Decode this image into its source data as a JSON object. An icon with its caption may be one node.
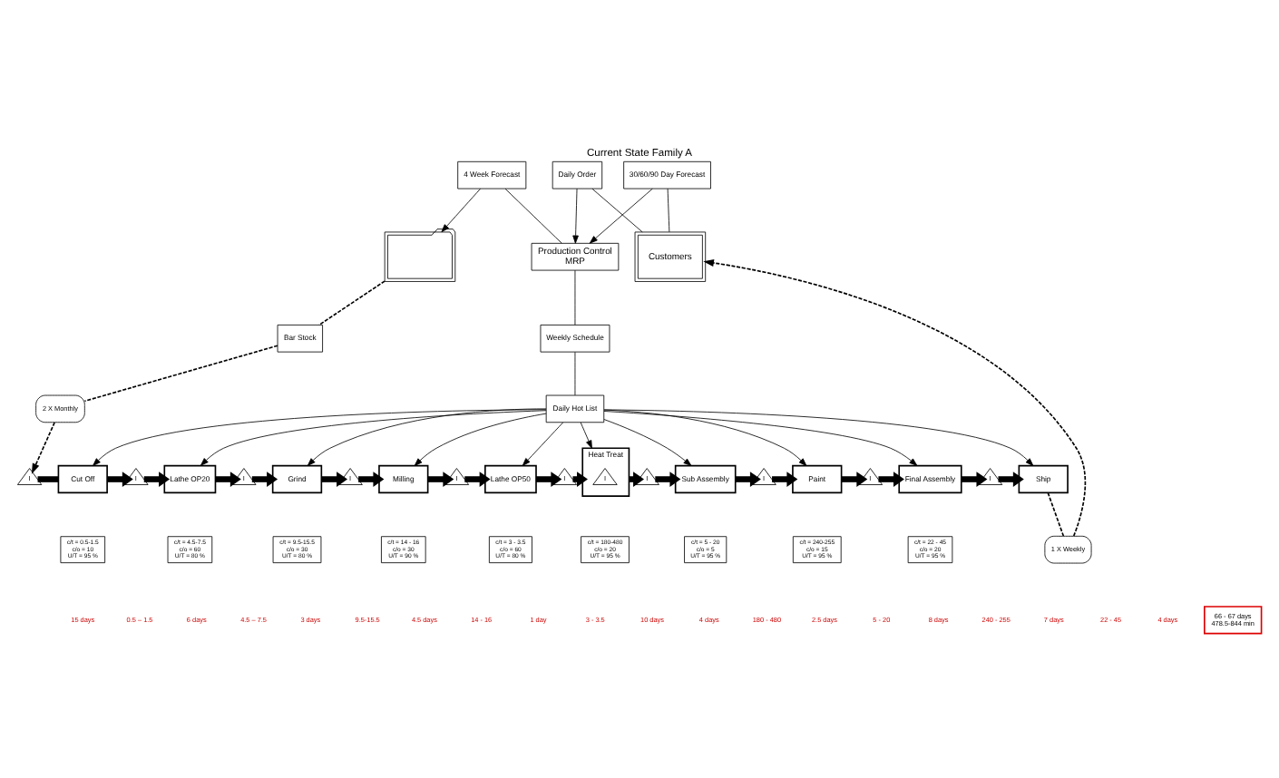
{
  "diagram": {
    "title": "Current State Family A",
    "nodes": [
      {
        "text": [],
        "shape": "factory"
      },
      {
        "text": [
          "Bar Stock"
        ]
      },
      {
        "text": [
          "2 X Monthly"
        ]
      },
      {
        "text": [
          "4 Week Forecast"
        ]
      },
      {
        "text": [
          "Production Control",
          "MRP"
        ]
      },
      {
        "text": [
          "30/60/90 Day Forecast"
        ]
      },
      {
        "text": [
          "Daily Order"
        ]
      },
      {
        "text": [
          "Customers"
        ]
      },
      {
        "text": [
          "1 X Weekly"
        ]
      },
      {
        "text": [
          "Weekly Schedule"
        ]
      },
      {
        "text": [
          "Daily Hot List"
        ]
      },
      {
        "text": [
          "I"
        ]
      },
      {
        "text": [
          "Cut Off"
        ]
      },
      {
        "text": [
          "c/t = 0.5-1.5",
          "c/o = 10",
          "U/T = 95 %"
        ]
      },
      {
        "text": [
          "I"
        ]
      },
      {
        "text": [
          "Lathe OP20"
        ]
      },
      {
        "text": [
          "c/t = 4.5-7.5",
          "c/o = 60",
          "U/T = 80 %"
        ]
      },
      {
        "text": [
          "I"
        ]
      },
      {
        "text": [
          "Grind"
        ]
      },
      {
        "text": [
          "c/t = 9.5-15.5",
          "c/o = 30",
          "U/T = 80 %"
        ]
      },
      {
        "text": [
          "I"
        ]
      },
      {
        "text": [
          "Milling"
        ]
      },
      {
        "text": [
          "c/t = 14 - 16",
          "c/o = 30",
          "U/T = 90 %"
        ]
      },
      {
        "text": [
          "I"
        ]
      },
      {
        "text": [
          "Lathe OP50"
        ]
      },
      {
        "text": [
          "c/t = 3 - 3.5",
          "c/o = 60",
          "U/T = 80 %"
        ]
      },
      {
        "text": [
          "I"
        ]
      },
      {
        "text": [
          "Heat Treat"
        ]
      },
      {
        "text": [
          "I"
        ],
        "in": 27
      },
      {
        "text": [
          "c/t = 180-480",
          "c/o = 20",
          "U/T = 95 %"
        ]
      },
      {
        "text": [
          "I"
        ]
      },
      {
        "text": [
          "Sub Assembly"
        ]
      },
      {
        "text": [
          "c/t = 5 - 20",
          "c/o = 5",
          "U/T = 95 %"
        ]
      },
      {
        "text": [
          "I"
        ]
      },
      {
        "text": [
          "Paint"
        ]
      },
      {
        "text": [
          "c/t = 240-255",
          "c/o = 15",
          "U/T = 95 %"
        ]
      },
      {
        "text": [
          "I"
        ]
      },
      {
        "text": [
          "Final Assembly"
        ]
      },
      {
        "text": [
          "c/t = 22 - 45",
          "c/o = 20",
          "U/T = 95 %"
        ]
      },
      {
        "text": [
          "I"
        ]
      },
      {
        "text": [
          "Ship"
        ]
      },
      {
        "text": [
          "66 - 67 days",
          "478.5-844 min"
        ]
      }
    ],
    "edges": [
      {
        "from": 0,
        "to": 1,
        "arrow": "none",
        "style": "dashed"
      },
      {
        "from": 1,
        "to": 2,
        "arrow": "none",
        "style": "dashed"
      },
      {
        "from": 2,
        "to": 11,
        "arrow": "to",
        "style": "dashed"
      },
      {
        "from": 4,
        "to": 3,
        "arrow": "none"
      },
      {
        "from": 3,
        "to": 0,
        "arrow": "to"
      },
      {
        "from": 7,
        "to": 5,
        "arrow": "none"
      },
      {
        "from": 5,
        "to": 4,
        "arrow": "to"
      },
      {
        "from": 7,
        "to": 6,
        "arrow": "none"
      },
      {
        "from": 6,
        "to": 4,
        "arrow": "to"
      },
      {
        "from": 4,
        "to": 9,
        "arrow": "none"
      },
      {
        "from": 9,
        "to": 10,
        "arrow": "none"
      },
      {
        "from": 10,
        "to": 12,
        "arrow": "to"
      },
      {
        "from": 10,
        "to": 15,
        "arrow": "to"
      },
      {
        "from": 10,
        "to": 18,
        "arrow": "to"
      },
      {
        "from": 10,
        "to": 21,
        "arrow": "to"
      },
      {
        "from": 10,
        "to": 24,
        "arrow": "to"
      },
      {
        "from": 10,
        "to": 27,
        "arrow": "to"
      },
      {
        "from": 10,
        "to": 31,
        "arrow": "to"
      },
      {
        "from": 10,
        "to": 34,
        "arrow": "to"
      },
      {
        "from": 10,
        "to": 37,
        "arrow": "to"
      },
      {
        "from": 10,
        "to": 40,
        "arrow": "to"
      },
      {
        "from": 11,
        "to": 12,
        "arrow": "none",
        "style": "thick"
      },
      {
        "from": 12,
        "to": 14,
        "arrow": "to",
        "style": "thick"
      },
      {
        "from": 14,
        "to": 15,
        "arrow": "to",
        "style": "thick"
      },
      {
        "from": 15,
        "to": 17,
        "arrow": "to",
        "style": "thick"
      },
      {
        "from": 17,
        "to": 18,
        "arrow": "to",
        "style": "thick"
      },
      {
        "from": 18,
        "to": 20,
        "arrow": "to",
        "style": "thick"
      },
      {
        "from": 20,
        "to": 21,
        "arrow": "to",
        "style": "thick"
      },
      {
        "from": 21,
        "to": 23,
        "arrow": "to",
        "style": "thick"
      },
      {
        "from": 23,
        "to": 24,
        "arrow": "to",
        "style": "thick"
      },
      {
        "from": 24,
        "to": 26,
        "arrow": "to",
        "style": "thick"
      },
      {
        "from": 26,
        "to": 27,
        "arrow": "to",
        "style": "thick"
      },
      {
        "from": 27,
        "to": 30,
        "arrow": "to",
        "style": "thick"
      },
      {
        "from": 30,
        "to": 31,
        "arrow": "to",
        "style": "thick"
      },
      {
        "from": 31,
        "to": 33,
        "arrow": "to",
        "style": "thick"
      },
      {
        "from": 33,
        "to": 34,
        "arrow": "to",
        "style": "thick"
      },
      {
        "from": 34,
        "to": 36,
        "arrow": "to",
        "style": "thick"
      },
      {
        "from": 36,
        "to": 37,
        "arrow": "to",
        "style": "thick"
      },
      {
        "from": 37,
        "to": 39,
        "arrow": "to",
        "style": "thick"
      },
      {
        "from": 39,
        "to": 40,
        "arrow": "to",
        "style": "thick"
      },
      {
        "from": 40,
        "to": 8,
        "arrow": "none",
        "style": "dashed"
      },
      {
        "from": 8,
        "to": 7,
        "arrow": "to",
        "style": "dashed"
      }
    ],
    "labels": [
      "15 days",
      "0.5 – 1.5",
      "6 days",
      "4.5 – 7.5",
      "3 days",
      "9.5-15.5",
      "4.5 days",
      "14 - 16",
      "1 day",
      "3 - 3.5",
      "10 days",
      "4 days",
      "180 - 480",
      "2.5 days",
      "5 - 20",
      "8 days",
      "240 - 255",
      "7 days",
      "22 - 45",
      "4 days"
    ]
  }
}
